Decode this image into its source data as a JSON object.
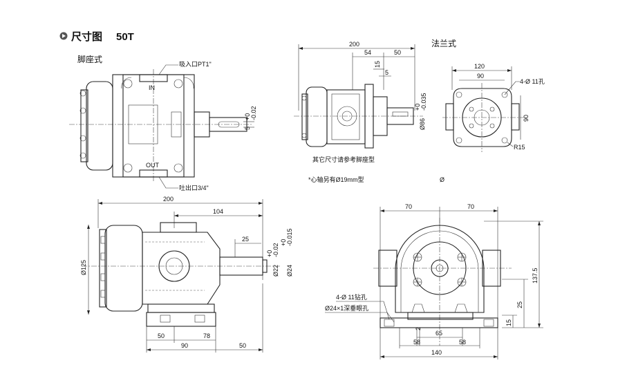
{
  "header": {
    "title": "尺寸图",
    "model": "50T"
  },
  "views": {
    "foot_mount": {
      "label": "脚座式",
      "inlet": "吸入口PT1\"",
      "outlet": "吐出口3/4\"",
      "in_mark": "IN",
      "out_mark": "OUT",
      "key_tol_top": "+0",
      "key_tol_bot": "-0.02",
      "key_width": "5"
    },
    "flange_side": {
      "dim_total": "200",
      "dim_54": "54",
      "dim_50": "50",
      "dim_15": "15",
      "dim_5": "5",
      "tol_top": "+0",
      "tol_bot": "-0.035",
      "dia_86": "Ø86"
    },
    "flange_front": {
      "label": "法兰式",
      "dim_120": "120",
      "dim_90h": "90",
      "dim_90v": "90",
      "holes": "4-Ø 11孔",
      "radius": "R15"
    },
    "notes": {
      "other_dims": "其它尺寸请参考脚座型",
      "shaft_note": "*心轴另有Ø19mm型",
      "dia_symbol": "Ø"
    },
    "side_bottom": {
      "dim_200": "200",
      "dim_104": "104",
      "dim_25": "25",
      "dia_125": "Ø125",
      "tol1_top": "+0",
      "tol1_bot": "-0.02",
      "tol2_top": "+0",
      "tol2_bot": "-0.015",
      "dia_22": "Ø22",
      "dia_24": "Ø24",
      "dim_50a": "50",
      "dim_78": "78",
      "dim_90": "90",
      "dim_50b": "50"
    },
    "front_bottom": {
      "dim_70l": "70",
      "dim_70r": "70",
      "dim_137_5": "137.5",
      "dim_25": "25",
      "dim_15": "15",
      "holes": "4-Ø 11钻孔",
      "counterbore": "Ø24×1深垂眼孔",
      "dim_2": "2",
      "dim_65": "65",
      "dim_58l": "58",
      "dim_58r": "58",
      "dim_140": "140"
    }
  }
}
